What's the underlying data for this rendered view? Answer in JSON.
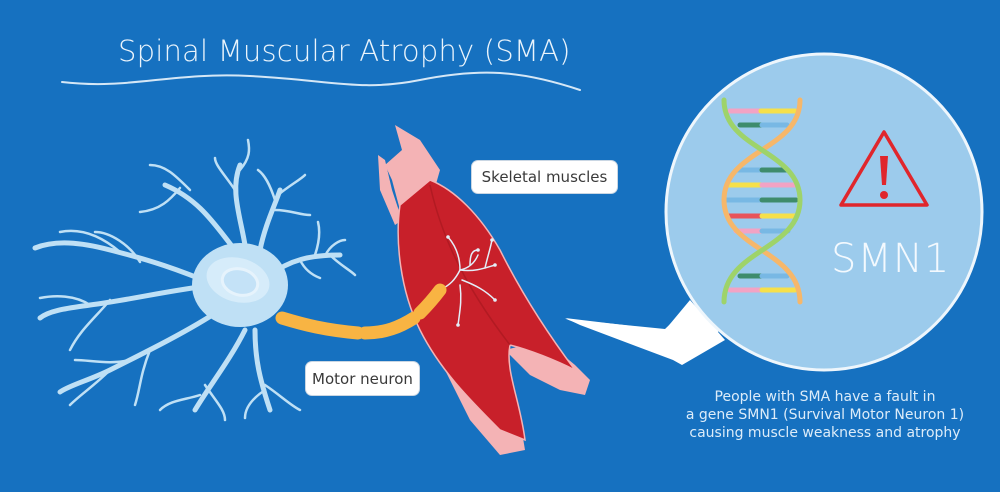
{
  "title": "Spinal Muscular Atrophy (SMA)",
  "labels": {
    "skeletal_muscles": "Skeletal muscles",
    "motor_neuron": "Motor neuron"
  },
  "magnifier": {
    "gene_label": "SMN1",
    "warning_icon": "warning-triangle-icon",
    "dna_icon": "dna-double-helix-icon"
  },
  "caption": {
    "line1": "People with SMA have a fault in",
    "line2": "a gene SMN1 (Survival Motor Neuron 1)",
    "line3": "causing muscle weakness and atrophy"
  },
  "colors": {
    "background": "#1671c0",
    "muscle": "#c8202a",
    "tendon": "#f4b3b5",
    "neuron": "#bfe0f5",
    "axon": "#f8b443",
    "magnifier_lens": "#9ccbec",
    "warning": "#e0262c"
  }
}
